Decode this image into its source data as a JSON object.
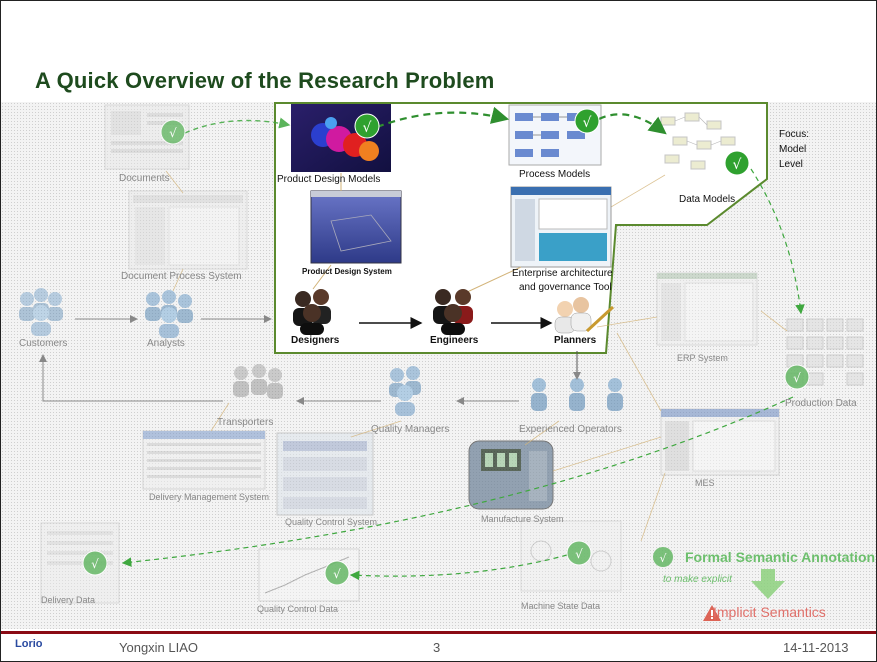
{
  "slide": {
    "title": "A Quick Overview of the Research Problem",
    "focus_note": "Focus:\nModel\nLevel",
    "focus_lines": [
      "Focus:",
      "Model",
      "Level"
    ],
    "check_glyph": "√",
    "colors": {
      "title": "#1e4b1e",
      "focus_border": "#5b8a2e",
      "check_fill": "#3fa83f",
      "dashed_arrow": "#3fa83f",
      "footer_rule": "#8a0a14",
      "implicit": "#e0706a",
      "formal": "#6dbf6d"
    }
  },
  "nodes": {
    "documents": "Documents",
    "document_process_system": "Document Process System",
    "customers": "Customers",
    "analysts": "Analysts",
    "product_design_models": "Product Design Models",
    "product_design_system": "Product Design System",
    "process_models": "Process Models",
    "data_models": "Data Models",
    "enterprise_tool_line1": "Enterprise architecture",
    "enterprise_tool_line2": "and governance Tool",
    "designers": "Designers",
    "engineers": "Engineers",
    "planners": "Planners",
    "erp_system": "ERP System",
    "production_data": "Production Data",
    "transporters": "Transporters",
    "quality_managers": "Quality Managers",
    "experienced_operators": "Experienced Operators",
    "mes": "MES",
    "delivery_management_system": "Delivery Management System",
    "quality_control_system": "Quality Control System",
    "manufacture_system": "Manufacture System",
    "delivery_data": "Delivery Data",
    "quality_control_data": "Quality Control Data",
    "machine_state_data": "Machine State Data"
  },
  "legend": {
    "formal": "Formal Semantic Annotation",
    "to_make_explicit": "to make explicit",
    "implicit": "Implicit Semantics"
  },
  "footer": {
    "logo": "Lorio",
    "author": "Yongxin LIAO",
    "page": "3",
    "date": "14-11-2013"
  }
}
